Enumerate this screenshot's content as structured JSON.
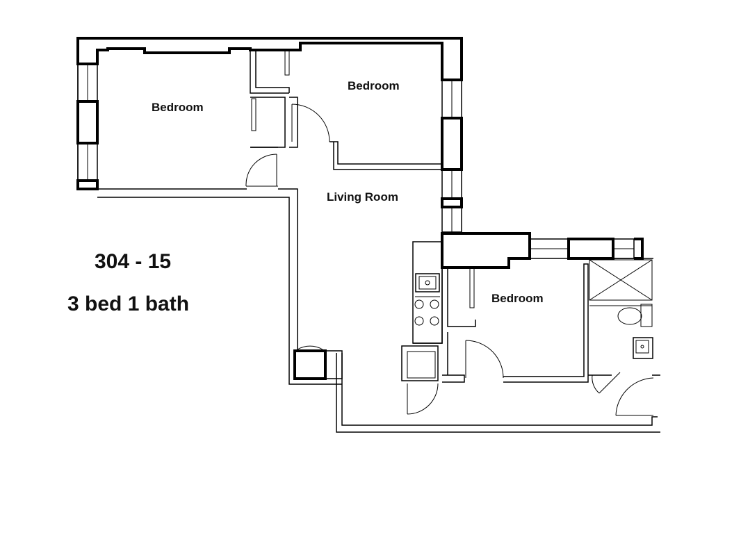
{
  "unit": {
    "number": "304 - 15",
    "type": "3 bed 1 bath"
  },
  "rooms": {
    "bedroom_1": "Bedroom",
    "bedroom_2": "Bedroom",
    "living_room": "Living Room",
    "bedroom_3": "Bedroom"
  }
}
